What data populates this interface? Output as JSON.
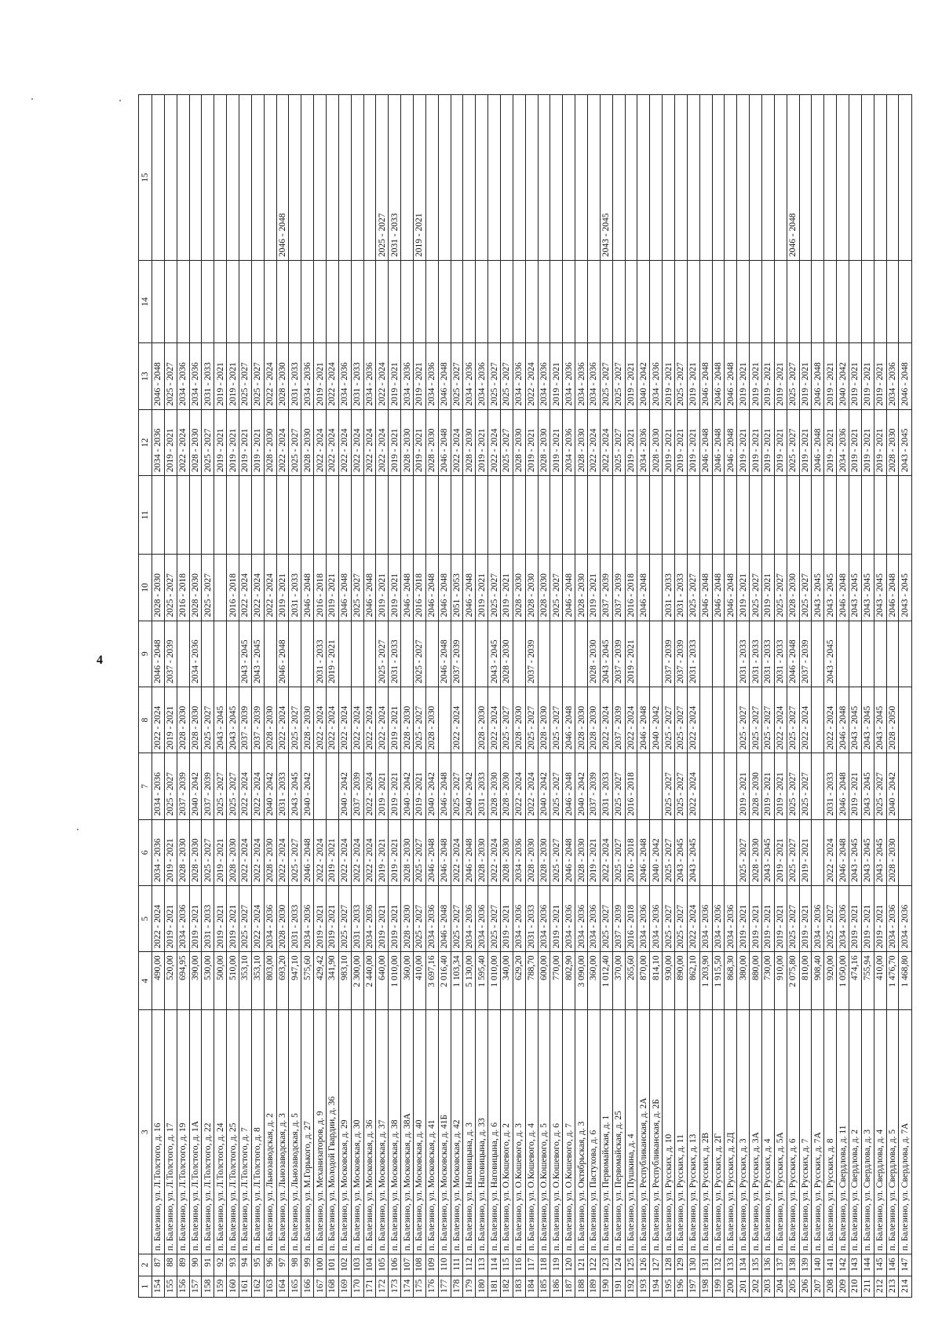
{
  "page": {
    "page_number": "4"
  },
  "table": {
    "headers": [
      "1",
      "2",
      "3",
      "4",
      "5",
      "6",
      "7",
      "8",
      "9",
      "10",
      "11",
      "12",
      "13",
      "14",
      "15"
    ],
    "rows": [
      [
        "154",
        "87",
        "п. Балезино, ул. Л.Толстого, д. 16",
        "490,00",
        "2022 - 2024",
        "2034 - 2036",
        "2034 - 2036",
        "2022 - 2024",
        "2046 - 2048",
        "2028 - 2030",
        "",
        "2034 - 2036",
        "2046 - 2048",
        "",
        ""
      ],
      [
        "155",
        "88",
        "п. Балезино, ул. Л.Толстого, д. 17",
        "520,00",
        "2019 - 2021",
        "2019 - 2021",
        "2025 - 2027",
        "2019 - 2021",
        "2037 - 2039",
        "2025 - 2027",
        "",
        "2019 - 2021",
        "2025 - 2027",
        "",
        ""
      ],
      [
        "156",
        "89",
        "п. Балезино, ул. Л.Толстого, д. 19",
        "694,95",
        "2034 - 2036",
        "2028 - 2030",
        "2037 - 2039",
        "2028 - 2030",
        "",
        "2016 - 2018",
        "",
        "2022 - 2024",
        "2034 - 2036",
        "",
        ""
      ],
      [
        "157",
        "90",
        "п. Балезино, ул. Л.Толстого, д. 1А",
        "390,00",
        "2019 - 2021",
        "2028 - 2030",
        "2040 - 2042",
        "2028 - 2030",
        "2034 - 2036",
        "2028 - 2030",
        "",
        "2028 - 2030",
        "2034 - 2036",
        "",
        ""
      ],
      [
        "158",
        "91",
        "п. Балезино, ул. Л.Толстого, д. 22",
        "530,00",
        "2031 - 2033",
        "2025 - 2027",
        "2037 - 2039",
        "2025 - 2027",
        "",
        "2025 - 2027",
        "",
        "2025 - 2027",
        "2031 - 2033",
        "",
        ""
      ],
      [
        "159",
        "92",
        "п. Балезино, ул. Л.Толстого, д. 24",
        "500,00",
        "2019 - 2021",
        "2019 - 2021",
        "2025 - 2027",
        "2043 - 2045",
        "",
        "",
        "",
        "2019 - 2021",
        "2019 - 2021",
        "",
        ""
      ],
      [
        "160",
        "93",
        "п. Балезино, ул. Л.Толстого, д. 25",
        "510,00",
        "2019 - 2021",
        "2028 - 2030",
        "2025 - 2027",
        "2043 - 2045",
        "",
        "2016 - 2018",
        "",
        "2019 - 2021",
        "2019 - 2021",
        "",
        ""
      ],
      [
        "161",
        "94",
        "п. Балезино, ул. Л.Толстого, д. 7",
        "353,10",
        "2025 - 2027",
        "2022 - 2024",
        "2022 - 2024",
        "2037 - 2039",
        "2043 - 2045",
        "2022 - 2024",
        "",
        "2019 - 2021",
        "2025 - 2027",
        "",
        ""
      ],
      [
        "162",
        "95",
        "п. Балезино, ул. Л.Толстого, д. 8",
        "353,10",
        "2022 - 2024",
        "2022 - 2024",
        "2022 - 2024",
        "2037 - 2039",
        "2043 - 2045",
        "2022 - 2024",
        "",
        "2019 - 2021",
        "2025 - 2027",
        "",
        ""
      ],
      [
        "163",
        "96",
        "п. Балезино, ул. Льнозаводская, д. 2",
        "803,00",
        "2034 - 2036",
        "2028 - 2030",
        "2040 - 2042",
        "2028 - 2030",
        "",
        "2022 - 2024",
        "",
        "2028 - 2030",
        "2022 - 2024",
        "",
        ""
      ],
      [
        "164",
        "97",
        "п. Балезино, ул. Льнозаводская, д. 3",
        "693,20",
        "2028 - 2030",
        "2022 - 2024",
        "2031 - 2033",
        "2022 - 2024",
        "2046 - 2048",
        "2019 - 2021",
        "",
        "2022 - 2024",
        "2028 - 2030",
        "",
        "2046 - 2048"
      ],
      [
        "165",
        "98",
        "п. Балезино, ул. Льнозаводская, д. 5",
        "947,10",
        "2031 - 2033",
        "2025 - 2027",
        "2043 - 2045",
        "2025 - 2027",
        "",
        "2031 - 2033",
        "",
        "2025 - 2027",
        "2031 - 2033",
        "",
        ""
      ],
      [
        "166",
        "99",
        "п. Балезино, ул. М.Горького, д. 27",
        "575,60",
        "2034 - 2036",
        "2046 - 2048",
        "2040 - 2042",
        "2028 - 2030",
        "",
        "2046 - 2048",
        "",
        "2028 - 2030",
        "2034 - 2036",
        "",
        ""
      ],
      [
        "167",
        "100",
        "п. Балезино, ул. Механизаторов, д. 9",
        "429,42",
        "2019 - 2021",
        "2022 - 2024",
        "",
        "2022 - 2024",
        "2031 - 2033",
        "2016 - 2018",
        "",
        "2022 - 2024",
        "2019 - 2021",
        "",
        ""
      ],
      [
        "168",
        "101",
        "п. Балезино, ул. Молодой Гвардии, д. 36",
        "341,90",
        "2019 - 2021",
        "2019 - 2021",
        "",
        "2022 - 2024",
        "2019 - 2021",
        "2019 - 2021",
        "",
        "2022 - 2024",
        "2022 - 2024",
        "",
        ""
      ],
      [
        "169",
        "102",
        "п. Балезино, ул. Московская, д. 29",
        "983,10",
        "2025 - 2027",
        "2022 - 2024",
        "2040 - 2042",
        "2022 - 2024",
        "",
        "2046 - 2048",
        "",
        "2022 - 2024",
        "2034 - 2036",
        "",
        ""
      ],
      [
        "170",
        "103",
        "п. Балезино, ул. Московская, д. 30",
        "2 300,00",
        "2031 - 2033",
        "2022 - 2024",
        "2037 - 2039",
        "2022 - 2024",
        "",
        "2025 - 2027",
        "",
        "2022 - 2024",
        "2031 - 2033",
        "",
        ""
      ],
      [
        "171",
        "104",
        "п. Балезино, ул. Московская, д. 36",
        "2 440,00",
        "2034 - 2036",
        "2022 - 2024",
        "2022 - 2024",
        "2022 - 2024",
        "",
        "2046 - 2048",
        "",
        "2022 - 2024",
        "2034 - 2036",
        "",
        ""
      ],
      [
        "172",
        "105",
        "п. Балезино, ул. Московская, д. 37",
        "640,00",
        "2019 - 2021",
        "2019 - 2021",
        "2019 - 2021",
        "2022 - 2024",
        "2025 - 2027",
        "2019 - 2021",
        "",
        "2022 - 2024",
        "2022 - 2024",
        "",
        "2025 - 2027"
      ],
      [
        "173",
        "106",
        "п. Балезино, ул. Московская, д. 38",
        "1 010,00",
        "2019 - 2021",
        "2019 - 2021",
        "2019 - 2021",
        "2019 - 2021",
        "2031 - 2033",
        "2019 - 2021",
        "",
        "2019 - 2021",
        "2019 - 2021",
        "",
        "2031 - 2033"
      ],
      [
        "174",
        "107",
        "п. Балезино, ул. Московская, д. 38А",
        "360,00",
        "2028 - 2030",
        "2028 - 2030",
        "2040 - 2042",
        "2028 - 2030",
        "",
        "2046 - 2048",
        "",
        "2028 - 2030",
        "2034 - 2036",
        "",
        ""
      ],
      [
        "175",
        "108",
        "п. Балезино, ул. Московская, д. 40",
        "410,00",
        "2025 - 2027",
        "2025 - 2027",
        "2019 - 2021",
        "2025 - 2027",
        "2025 - 2027",
        "2016 - 2018",
        "",
        "2019 - 2021",
        "2019 - 2021",
        "",
        "2019 - 2021"
      ],
      [
        "176",
        "109",
        "п. Балезино, ул. Московская, д. 41",
        "3 697,16",
        "2034 - 2036",
        "2046 - 2048",
        "2040 - 2042",
        "2028 - 2030",
        "",
        "2046 - 2048",
        "",
        "2028 - 2030",
        "2034 - 2036",
        "",
        ""
      ],
      [
        "177",
        "110",
        "п. Балезино, ул. Московская, д. 41Б",
        "2 016,40",
        "2046 - 2048",
        "2046 - 2048",
        "2046 - 2048",
        "",
        "2046 - 2048",
        "2046 - 2048",
        "",
        "2046 - 2048",
        "2046 - 2048",
        "",
        ""
      ],
      [
        "178",
        "111",
        "п. Балезино, ул. Московская, д. 42",
        "1 103,34",
        "2025 - 2027",
        "2022 - 2024",
        "2025 - 2027",
        "2022 - 2024",
        "2037 - 2039",
        "2051 - 2053",
        "",
        "2022 - 2024",
        "2025 - 2027",
        "",
        ""
      ],
      [
        "179",
        "112",
        "п. Балезино, ул. Наговицына, д. 3",
        "5 130,00",
        "2034 - 2036",
        "2046 - 2048",
        "2040 - 2042",
        "",
        "",
        "2046 - 2048",
        "",
        "2028 - 2030",
        "2034 - 2036",
        "",
        ""
      ],
      [
        "180",
        "113",
        "п. Балезино, ул. Наговицына, д. 33",
        "1 595,40",
        "2034 - 2036",
        "2028 - 2030",
        "2031 - 2033",
        "2028 - 2030",
        "",
        "2019 - 2021",
        "",
        "2019 - 2021",
        "2034 - 2036",
        "",
        ""
      ],
      [
        "181",
        "114",
        "п. Балезино, ул. Наговицына, д. 6",
        "1 010,00",
        "2025 - 2027",
        "2022 - 2024",
        "2028 - 2030",
        "2022 - 2024",
        "2043 - 2045",
        "2025 - 2027",
        "",
        "2022 - 2024",
        "2025 - 2027",
        "",
        ""
      ],
      [
        "182",
        "115",
        "п. Балезино, ул. О.Кошевого, д. 2",
        "340,00",
        "2019 - 2021",
        "2028 - 2030",
        "2028 - 2030",
        "2025 - 2027",
        "2028 - 2030",
        "2019 - 2021",
        "",
        "2025 - 2027",
        "2025 - 2027",
        "",
        ""
      ],
      [
        "183",
        "116",
        "п. Балезино, ул. О.Кошевого, д. 3",
        "629,20",
        "2034 - 2036",
        "2034 - 2036",
        "2022 - 2024",
        "2028 - 2030",
        "",
        "2028 - 2030",
        "",
        "2028 - 2030",
        "2034 - 2036",
        "",
        ""
      ],
      [
        "184",
        "117",
        "п. Балезино, ул. О.Кошевого, д. 4",
        "788,70",
        "2031 - 2033",
        "2028 - 2030",
        "2022 - 2024",
        "2025 - 2027",
        "2037 - 2039",
        "2028 - 2030",
        "",
        "2019 - 2021",
        "2022 - 2024",
        "",
        ""
      ],
      [
        "185",
        "118",
        "п. Балезино, ул. О.Кошевого, д. 5",
        "600,00",
        "2034 - 2036",
        "2028 - 2030",
        "2040 - 2042",
        "2028 - 2030",
        "",
        "2028 - 2030",
        "",
        "2028 - 2030",
        "2034 - 2036",
        "",
        ""
      ],
      [
        "186",
        "119",
        "п. Балезино, ул. О.Кошевого, д. 6",
        "770,00",
        "2019 - 2021",
        "2025 - 2027",
        "2025 - 2027",
        "2025 - 2027",
        "",
        "2025 - 2027",
        "",
        "2019 - 2021",
        "2019 - 2021",
        "",
        ""
      ],
      [
        "187",
        "120",
        "п. Балезино, ул. О.Кошевого, д. 7",
        "802,90",
        "2034 - 2036",
        "2046 - 2048",
        "2046 - 2048",
        "2046 - 2048",
        "",
        "2046 - 2048",
        "",
        "2034 - 2036",
        "2034 - 2036",
        "",
        ""
      ],
      [
        "188",
        "121",
        "п. Балезино, ул. Октябрьская, д. 3",
        "3 090,00",
        "2034 - 2036",
        "2028 - 2030",
        "2040 - 2042",
        "2028 - 2030",
        "",
        "2028 - 2030",
        "",
        "2028 - 2030",
        "2034 - 2036",
        "",
        ""
      ],
      [
        "189",
        "122",
        "п. Балезино, ул. Пастухова, д. 6",
        "360,00",
        "2034 - 2036",
        "2019 - 2021",
        "2037 - 2039",
        "2028 - 2030",
        "2028 - 2030",
        "2019 - 2021",
        "",
        "2022 - 2024",
        "2034 - 2036",
        "",
        ""
      ],
      [
        "190",
        "123",
        "п. Балезино, ул. Первомайская, д. 1",
        "1 012,40",
        "2025 - 2027",
        "2022 - 2024",
        "2031 - 2033",
        "2022 - 2024",
        "2043 - 2045",
        "2037 - 2039",
        "",
        "2022 - 2024",
        "2025 - 2027",
        "",
        "2043 - 2045"
      ],
      [
        "191",
        "124",
        "п. Балезино, ул. Первомайская, д. 25",
        "370,00",
        "2037 - 2039",
        "2025 - 2027",
        "2025 - 2027",
        "2037 - 2039",
        "2037 - 2039",
        "2037 - 2039",
        "",
        "2025 - 2027",
        "2025 - 2027",
        "",
        ""
      ],
      [
        "192",
        "125",
        "п. Балезино, ул. Пушкина, д. 4",
        "265,60",
        "2016 - 2018",
        "2016 - 2018",
        "2016 - 2018",
        "2022 - 2024",
        "2019 - 2021",
        "2016 - 2018",
        "",
        "2019 - 2021",
        "2019 - 2021",
        "",
        ""
      ],
      [
        "193",
        "126",
        "п. Балезино, ул. Республиканская, д. 2А",
        "870,00",
        "2034 - 2036",
        "2046 - 2048",
        "",
        "2046 - 2048",
        "",
        "2046 - 2048",
        "",
        "2034 - 2036",
        "2040 - 2042",
        "",
        ""
      ],
      [
        "194",
        "127",
        "п. Балезино, ул. Республиканская, д. 2Б",
        "814,10",
        "2034 - 2036",
        "2040 - 2042",
        "",
        "2040 - 2042",
        "",
        "",
        "",
        "2028 - 2030",
        "2034 - 2036",
        "",
        ""
      ],
      [
        "195",
        "128",
        "п. Балезино, ул. Русских, д. 10",
        "930,00",
        "2025 - 2027",
        "2025 - 2027",
        "2025 - 2027",
        "2025 - 2027",
        "2037 - 2039",
        "2031 - 2033",
        "",
        "2019 - 2021",
        "2019 - 2021",
        "",
        ""
      ],
      [
        "196",
        "129",
        "п. Балезино, ул. Русских, д. 11",
        "890,00",
        "2025 - 2027",
        "2043 - 2045",
        "2025 - 2027",
        "2025 - 2027",
        "2037 - 2039",
        "2031 - 2033",
        "",
        "2019 - 2021",
        "2025 - 2027",
        "",
        ""
      ],
      [
        "197",
        "130",
        "п. Балезино, ул. Русских, д. 13",
        "862,10",
        "2022 - 2024",
        "2043 - 2045",
        "2022 - 2024",
        "2022 - 2024",
        "2031 - 2033",
        "2025 - 2027",
        "",
        "2019 - 2021",
        "2019 - 2021",
        "",
        ""
      ],
      [
        "198",
        "131",
        "п. Балезино, ул. Русских, д. 2В",
        "1 203,90",
        "2034 - 2036",
        "",
        "",
        "",
        "",
        "2046 - 2048",
        "",
        "2046 - 2048",
        "2046 - 2048",
        "",
        ""
      ],
      [
        "199",
        "132",
        "п. Балезино, ул. Русских, д. 2Г",
        "1 915,50",
        "2034 - 2036",
        "",
        "",
        "",
        "",
        "2046 - 2048",
        "",
        "2046 - 2048",
        "2046 - 2048",
        "",
        ""
      ],
      [
        "200",
        "133",
        "п. Балезино, ул. Русских, д. 2Д",
        "868,30",
        "2034 - 2036",
        "",
        "",
        "",
        "",
        "2046 - 2048",
        "",
        "2046 - 2048",
        "2046 - 2048",
        "",
        ""
      ],
      [
        "201",
        "134",
        "п. Балезино, ул. Русских, д. 3",
        "380,00",
        "2019 - 2021",
        "2025 - 2027",
        "2019 - 2021",
        "2025 - 2027",
        "2031 - 2033",
        "2019 - 2021",
        "",
        "2019 - 2021",
        "2019 - 2021",
        "",
        ""
      ],
      [
        "202",
        "135",
        "п. Балезино, ул. Русских, д. 3А",
        "880,00",
        "2019 - 2021",
        "2028 - 2030",
        "2028 - 2030",
        "2025 - 2027",
        "2031 - 2033",
        "2025 - 2027",
        "",
        "2019 - 2021",
        "2019 - 2021",
        "",
        ""
      ],
      [
        "203",
        "136",
        "п. Балезино, ул. Русских, д. 4",
        "730,00",
        "2019 - 2021",
        "2043 - 2045",
        "2019 - 2021",
        "2025 - 2027",
        "2031 - 2033",
        "2019 - 2021",
        "",
        "2019 - 2021",
        "2019 - 2021",
        "",
        ""
      ],
      [
        "204",
        "137",
        "п. Балезино, ул. Русских, д. 5А",
        "910,00",
        "2019 - 2021",
        "2019 - 2021",
        "2019 - 2021",
        "2022 - 2024",
        "2031 - 2033",
        "2025 - 2027",
        "",
        "2019 - 2021",
        "2019 - 2021",
        "",
        ""
      ],
      [
        "205",
        "138",
        "п. Балезино, ул. Русских, д. 6",
        "2 075,80",
        "2025 - 2027",
        "2025 - 2027",
        "2025 - 2027",
        "2025 - 2027",
        "2046 - 2048",
        "2028 - 2030",
        "",
        "2025 - 2027",
        "2025 - 2027",
        "",
        "2046 - 2048"
      ],
      [
        "206",
        "139",
        "п. Балезино, ул. Русских, д. 7",
        "810,00",
        "2019 - 2021",
        "2019 - 2021",
        "2025 - 2027",
        "2022 - 2024",
        "2037 - 2039",
        "2025 - 2027",
        "",
        "2019 - 2021",
        "2019 - 2021",
        "",
        ""
      ],
      [
        "207",
        "140",
        "п. Балезино, ул. Русских, д. 7А",
        "908,40",
        "2034 - 2036",
        "",
        "",
        "",
        "",
        "2043 - 2045",
        "",
        "2046 - 2048",
        "2046 - 2048",
        "",
        ""
      ],
      [
        "208",
        "141",
        "п. Балезино, ул. Русских, д. 8",
        "920,00",
        "2025 - 2027",
        "2022 - 2024",
        "2031 - 2033",
        "2022 - 2024",
        "2043 - 2045",
        "2043 - 2045",
        "",
        "2019 - 2021",
        "2019 - 2021",
        "",
        ""
      ],
      [
        "209",
        "142",
        "п. Балезино, ул. Свердлова, д. 11",
        "1 050,00",
        "2034 - 2036",
        "2046 - 2048",
        "2046 - 2048",
        "2046 - 2048",
        "",
        "2046 - 2048",
        "",
        "2034 - 2036",
        "2040 - 2042",
        "",
        ""
      ],
      [
        "210",
        "143",
        "п. Балезино, ул. Свердлова, д. 2",
        "474,16",
        "2019 - 2021",
        "2043 - 2045",
        "2019 - 2021",
        "2043 - 2045",
        "",
        "2043 - 2045",
        "",
        "2019 - 2021",
        "2019 - 2021",
        "",
        ""
      ],
      [
        "211",
        "144",
        "п. Балезино, ул. Свердлова, д. 3",
        "755,94",
        "2019 - 2021",
        "2043 - 2045",
        "2043 - 2045",
        "2043 - 2045",
        "",
        "2043 - 2045",
        "",
        "2019 - 2021",
        "2019 - 2021",
        "",
        ""
      ],
      [
        "212",
        "145",
        "п. Балезино, ул. Свердлова, д. 4",
        "410,00",
        "2019 - 2021",
        "2043 - 2045",
        "2025 - 2027",
        "2043 - 2045",
        "",
        "2043 - 2045",
        "",
        "2019 - 2021",
        "2019 - 2021",
        "",
        ""
      ],
      [
        "213",
        "146",
        "п. Балезино, ул. Свердлова, д. 5",
        "1 476,70",
        "2034 - 2036",
        "2028 - 2030",
        "2040 - 2042",
        "2028 - 2050",
        "",
        "2046 - 2048",
        "",
        "2028 - 2030",
        "2034 - 2036",
        "",
        ""
      ],
      [
        "214",
        "147",
        "п. Балезино, ул. Свердлова, д. 7А",
        "1 468,80",
        "2034 - 2036",
        "",
        "",
        "",
        "",
        "2043 - 2045",
        "",
        "2043 - 2045",
        "2046 - 2048",
        "",
        ""
      ]
    ]
  }
}
